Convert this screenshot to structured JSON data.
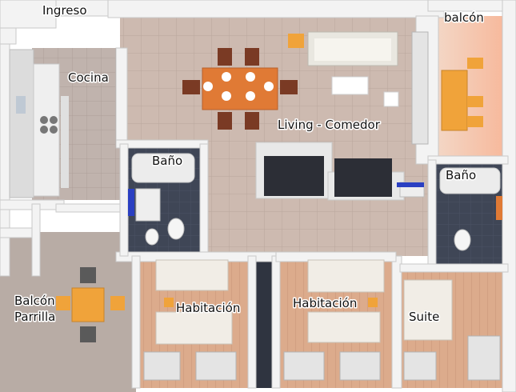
{
  "labels": {
    "ingreso": "Ingreso",
    "balcon": "balcón",
    "cocina": "Cocina",
    "living": "Living - Comedor",
    "bano_left": "Baño",
    "bano_right": "Baño",
    "balcon_parrilla_1": "Balcón",
    "balcon_parrilla_2": "Parrilla",
    "habitacion_1": "Habitación",
    "habitacion_2": "Habitación",
    "suite": "Suite"
  },
  "colors": {
    "wall": "#f4f4f4",
    "wall_edge": "#c9c9c9",
    "floor_tile": "#cbb8ad",
    "wood": "#d9a98a",
    "dark_floor": "#3d4452",
    "table_orange": "#f0a33a",
    "dining_orange": "#e07a35",
    "sofa": "#e9e7e0",
    "tv_dark": "#2b2b2b",
    "bath_tub": "#eaeaea",
    "blue_accent": "#2a3fc2"
  },
  "icons": [
    "dining-table",
    "chairs",
    "sofa",
    "bed",
    "bathtub",
    "toilet",
    "sink",
    "stove",
    "fridge",
    "curtains",
    "tv-unit"
  ]
}
